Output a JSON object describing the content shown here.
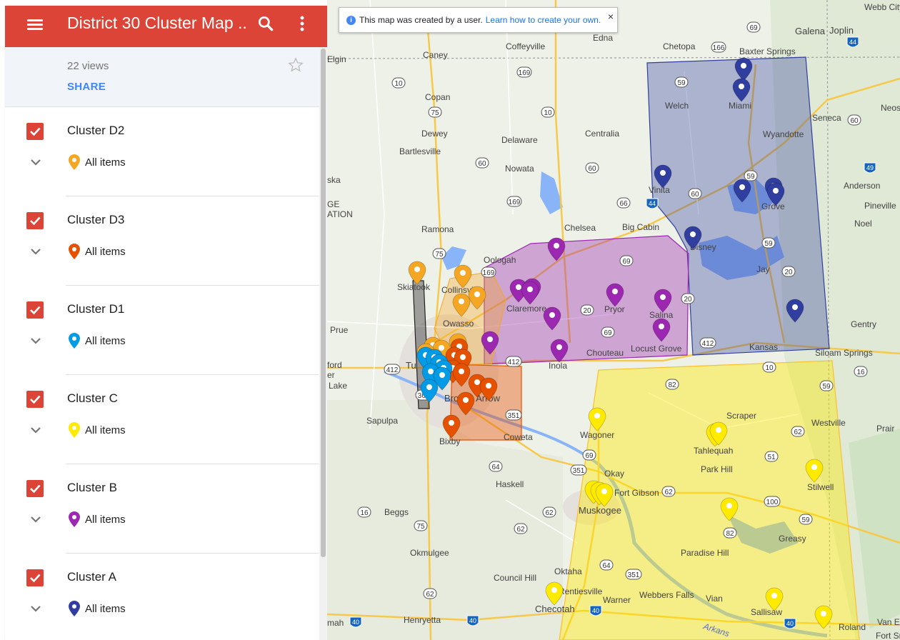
{
  "app": {
    "title": "District 30 Cluster Map ...",
    "views": "22 views",
    "share_label": "SHARE"
  },
  "colors": {
    "header": "#db4437",
    "cluster_d2": "#f5a623",
    "cluster_d3": "#e65100",
    "cluster_d1": "#039be5",
    "cluster_c": "#ffea00",
    "cluster_b": "#9c27b0",
    "cluster_a": "#303f9f"
  },
  "layers": [
    {
      "name": "Cluster D2",
      "items_label": "All items",
      "color": "#f5a623"
    },
    {
      "name": "Cluster D3",
      "items_label": "All items",
      "color": "#e65100"
    },
    {
      "name": "Cluster D1",
      "items_label": "All items",
      "color": "#039be5"
    },
    {
      "name": "Cluster C",
      "items_label": "All items",
      "color": "#ffea00"
    },
    {
      "name": "Cluster B",
      "items_label": "All items",
      "color": "#9c27b0"
    },
    {
      "name": "Cluster A",
      "items_label": "All items",
      "color": "#303f9f"
    }
  ],
  "map": {
    "notice_text": "This map was created by a user.",
    "notice_link": "Learn how to create your own.",
    "close_glyph": "×",
    "places": {
      "webb_city": "Webb City",
      "galena": "Galena",
      "joplin": "Joplin",
      "edna": "Edna",
      "chetopa": "Chetopa",
      "baxter_springs": "Baxter Springs",
      "elgin": "Elgin",
      "caney": "Caney",
      "coffeyville": "Coffeyville",
      "welch": "Welch",
      "miami": "Miami",
      "neos": "Neos",
      "seneca": "Seneca",
      "copan": "Copan",
      "dewey": "Dewey",
      "delaware": "Delaware",
      "centralia": "Centralia",
      "wyandotte": "Wyandotte",
      "bartlesville": "Bartlesville",
      "nowata": "Nowata",
      "ska": "ska",
      "vinita": "Vinita",
      "anderson": "Anderson",
      "ge": "GE",
      "ation": "ATION",
      "pineville": "Pineville",
      "grove": "Grove",
      "noel": "Noel",
      "ramona": "Ramona",
      "chelsea": "Chelsea",
      "big_cabin": "Big Cabin",
      "disney": "Disney",
      "oologah": "Oologah",
      "jay": "Jay",
      "skiatook": "Skiatook",
      "collinsville": "Collinsville",
      "claremore": "Claremore",
      "pryor": "Pryor",
      "salina": "Salina",
      "owasso": "Owasso",
      "prue": "Prue",
      "gentry": "Gentry",
      "locust_grove": "Locust Grove",
      "chouteau": "Chouteau",
      "kansas": "Kansas",
      "siloam_springs": "Siloam Springs",
      "ford": "ford",
      "er": "er",
      "lake": "Lake",
      "tulsa": "Tu",
      "inola": "Inola",
      "broken_arrow": "Broken Arrow",
      "sapulpa": "Sapulpa",
      "scraper": "Scraper",
      "westville": "Westville",
      "prair": "Prair",
      "wagoner": "Wagoner",
      "tahlequah": "Tahlequah",
      "bixby": "Bixby",
      "coweta": "Coweta",
      "okay": "Okay",
      "park_hill": "Park Hill",
      "haskell": "Haskell",
      "stilwell": "Stilwell",
      "fort_gibson": "Fort Gibson",
      "muskogee": "Muskogee",
      "beggs": "Beggs",
      "greasy": "Greasy",
      "okmulgee": "Okmulgee",
      "paradise_hill": "Paradise Hill",
      "oktaha": "Oktaha",
      "council_hill": "Council Hill",
      "porum": "Warner",
      "webbers_falls": "Webbers Falls",
      "vian": "Vian",
      "checotah": "Checotah",
      "sallisaw": "Sallisaw",
      "roland": "Roland",
      "van_buren": "Van E",
      "fort_smith": "Fort Smi",
      "henryetta": "Henryetta",
      "mah": "mah",
      "arkansas": "Arkans",
      "rentiesville": "Rentiesville"
    }
  }
}
